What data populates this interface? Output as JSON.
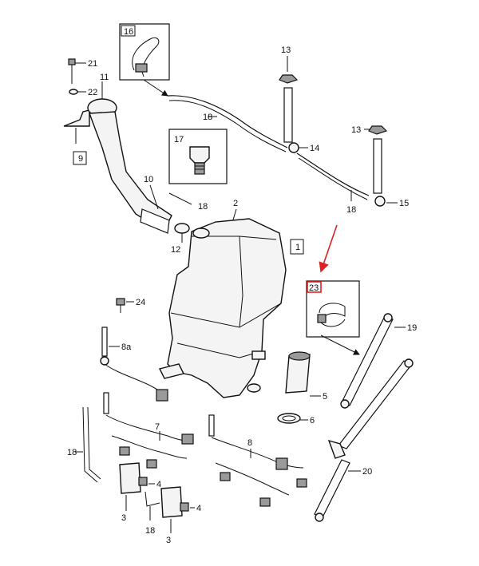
{
  "callouts": {
    "c16": "16",
    "c21": "21",
    "c22": "22",
    "c11": "11",
    "c9": "9",
    "c13a": "13",
    "c13b": "13",
    "c14": "14",
    "c15": "15",
    "c18a": "18",
    "c18b": "18",
    "c18c": "18",
    "c18d": "18",
    "c18e": "18",
    "c17": "17",
    "c10": "10",
    "c12": "12",
    "c2": "2",
    "c1": "1",
    "c23": "23",
    "c19": "19",
    "c24": "24",
    "c8a": "8a",
    "c5": "5",
    "c6": "6",
    "c7": "7",
    "c8": "8",
    "c20": "20",
    "c4a": "4",
    "c4b": "4",
    "c3a": "3",
    "c3b": "3"
  },
  "colors": {
    "highlight": "#e02020",
    "line": "#111111",
    "part_fill": "#f4f4f4"
  }
}
